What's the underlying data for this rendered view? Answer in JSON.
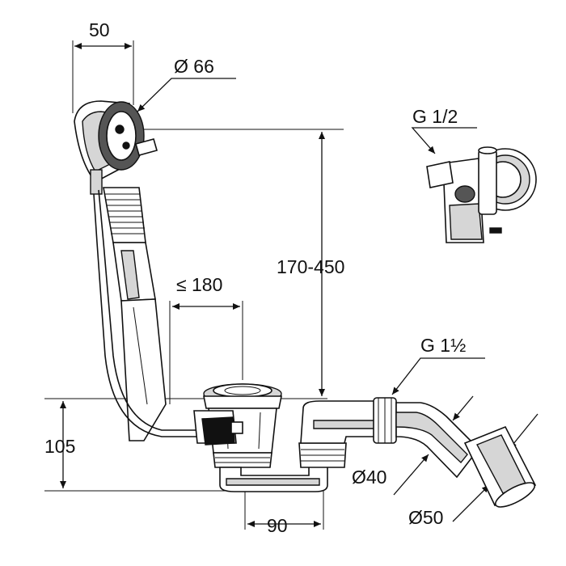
{
  "drawing": {
    "dimensions": {
      "overflow_width": "50",
      "overflow_diameter": "Ø 66",
      "thread_half_inch": "G 1/2",
      "height_range": "170-450",
      "max_distance": "≤ 180",
      "thread_one_half_inch": "G 1½",
      "height_105": "105",
      "diameter_40": "Ø40",
      "distance_90": "90",
      "diameter_50": "Ø50"
    }
  }
}
